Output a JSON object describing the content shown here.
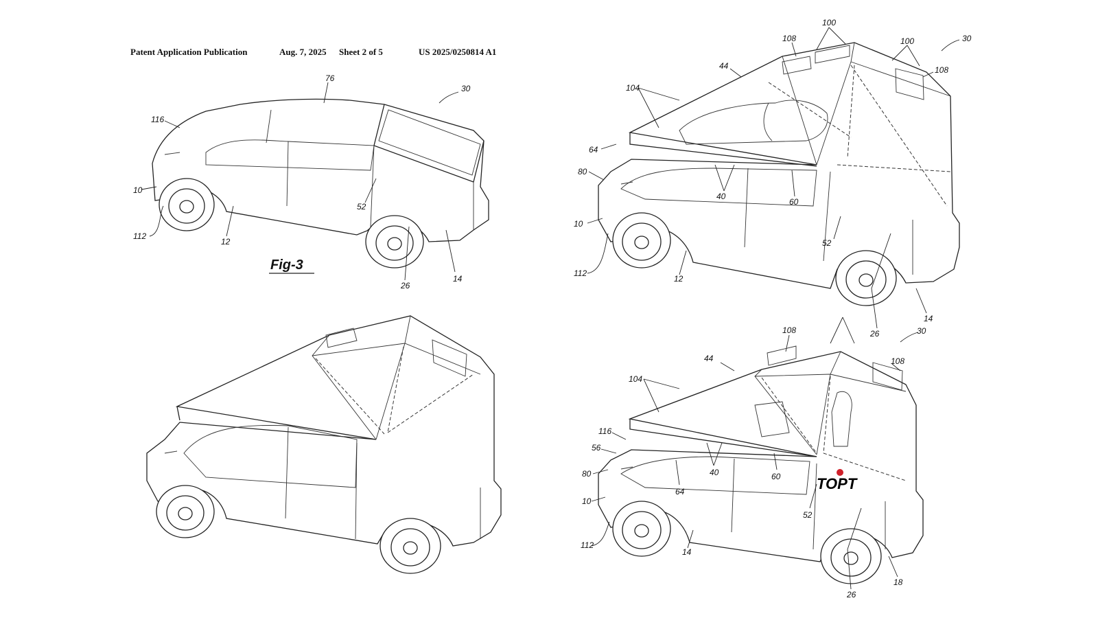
{
  "header": {
    "publication": "Patent Application Publication",
    "date": "Aug. 7, 2025",
    "sheet": "Sheet 2 of 5",
    "number": "US 2025/0250814 A1"
  },
  "figure_label": "Fig-3",
  "logo_text": "TOPT",
  "views": {
    "top_left": {
      "labels": [
        "76",
        "30",
        "116",
        "10",
        "52",
        "112",
        "12",
        "26",
        "14"
      ]
    },
    "top_right": {
      "labels": [
        "100",
        "108",
        "100",
        "108",
        "30",
        "44",
        "104",
        "64",
        "80",
        "40",
        "60",
        "10",
        "52",
        "112",
        "12",
        "26",
        "14"
      ]
    },
    "bottom_left": {
      "labels": []
    },
    "bottom_right": {
      "labels": [
        "108",
        "30",
        "44",
        "108",
        "104",
        "116",
        "56",
        "80",
        "40",
        "60",
        "64",
        "10",
        "52",
        "112",
        "14",
        "26",
        "18"
      ]
    }
  },
  "colors": {
    "line": "#222222",
    "background": "#ffffff",
    "logo_accent": "#d0202a"
  }
}
